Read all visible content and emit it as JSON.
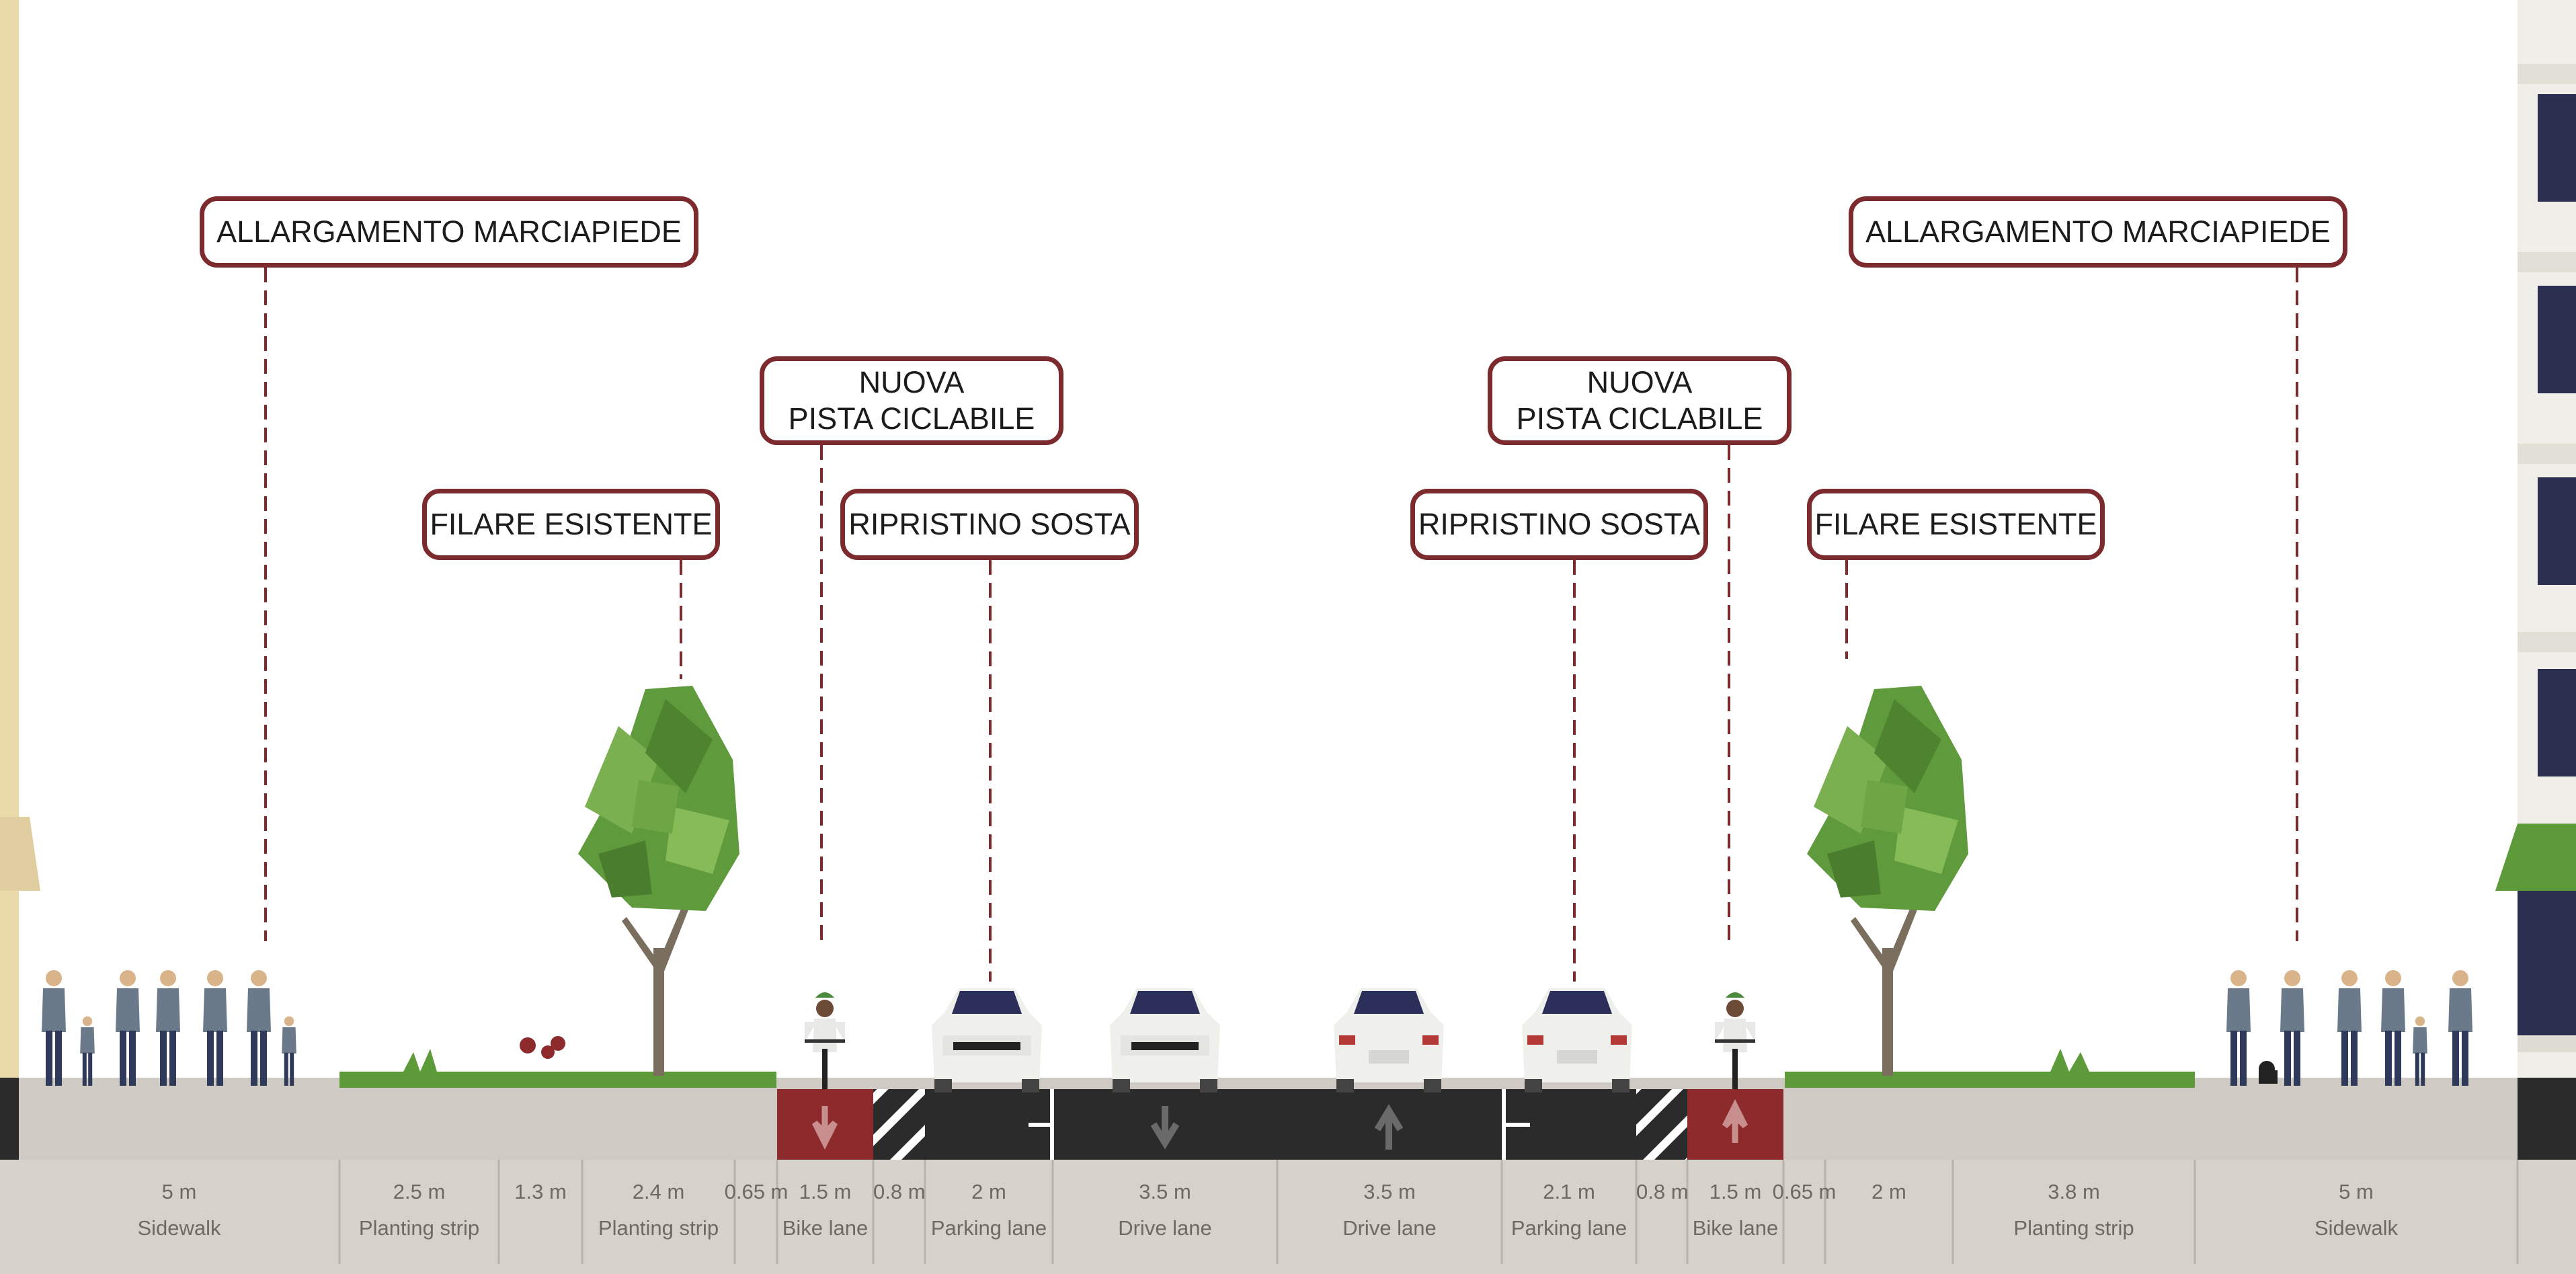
{
  "callouts": [
    {
      "id": "allargamento-left",
      "lines": [
        "ALLARGAMENTO MARCIAPIEDE"
      ]
    },
    {
      "id": "nuova-left",
      "lines": [
        "NUOVA",
        "PISTA CICLABILE"
      ]
    },
    {
      "id": "filare-left",
      "lines": [
        "FILARE ESISTENTE"
      ]
    },
    {
      "id": "ripristino-left",
      "lines": [
        "RIPRISTINO SOSTA"
      ]
    },
    {
      "id": "ripristino-right",
      "lines": [
        "RIPRISTINO SOSTA"
      ]
    },
    {
      "id": "nuova-right",
      "lines": [
        "NUOVA",
        "PISTA CICLABILE"
      ]
    },
    {
      "id": "filare-right",
      "lines": [
        "FILARE ESISTENTE"
      ]
    },
    {
      "id": "allargamento-right",
      "lines": [
        "ALLARGAMENTO MARCIAPIEDE"
      ]
    }
  ],
  "segments": [
    {
      "width": "5 m",
      "name": "Sidewalk"
    },
    {
      "width": "2.5 m",
      "name": "Planting strip"
    },
    {
      "width": "1.3 m",
      "name": ""
    },
    {
      "width": "2.4 m",
      "name": "Planting strip"
    },
    {
      "width": "0.65 m",
      "name": ""
    },
    {
      "width": "1.5 m",
      "name": "Bike lane"
    },
    {
      "width": "0.8 m",
      "name": ""
    },
    {
      "width": "2 m",
      "name": "Parking lane"
    },
    {
      "width": "3.5 m",
      "name": "Drive lane"
    },
    {
      "width": "3.5 m",
      "name": "Drive lane"
    },
    {
      "width": "2.1 m",
      "name": "Parking lane"
    },
    {
      "width": "0.8 m",
      "name": ""
    },
    {
      "width": "1.5 m",
      "name": "Bike lane"
    },
    {
      "width": "0.65 m",
      "name": ""
    },
    {
      "width": "2 m",
      "name": ""
    },
    {
      "width": "3.8 m",
      "name": "Planting strip"
    },
    {
      "width": "5 m",
      "name": "Sidewalk"
    }
  ],
  "colors": {
    "callout_border": "#7d2a2e",
    "bike_lane": "#8c2a2c",
    "asphalt": "#2b2b2b",
    "curb": "#cfcac3",
    "grass": "#5c9a3a",
    "tree": "#5f9a3c",
    "trunk": "#7a6e5e"
  }
}
